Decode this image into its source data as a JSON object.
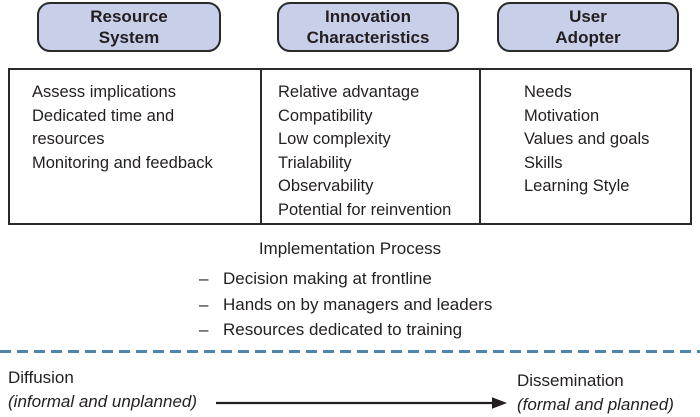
{
  "colors": {
    "header_fill": "#c8cfe9",
    "header_border": "#2a2a2a",
    "table_border": "#2a2a2a",
    "text": "#231f20",
    "dashed_line": "#4d87aa",
    "arrow": "#231f20"
  },
  "columns": [
    {
      "header": "Resource\nSystem",
      "items": [
        "Assess implications",
        "Dedicated time and resources",
        "Monitoring and feedback"
      ]
    },
    {
      "header": "Innovation\nCharacteristics",
      "items": [
        "Relative advantage",
        "Compatibility",
        "Low complexity",
        "Trialability",
        "Observability",
        "Potential for reinvention"
      ]
    },
    {
      "header": "User\nAdopter",
      "items": [
        "Needs",
        "Motivation",
        "Values and goals",
        "Skills",
        "Learning Style"
      ]
    }
  ],
  "implementation": {
    "title": "Implementation Process",
    "bullet_char": "–",
    "bullets": [
      "Decision making at frontline",
      "Hands on by managers and leaders",
      "Resources dedicated to training"
    ]
  },
  "bottom": {
    "left_title": "Diffusion",
    "left_subtitle": "(informal and unplanned)",
    "right_title": "Dissemination",
    "right_subtitle": "(formal and planned)"
  }
}
